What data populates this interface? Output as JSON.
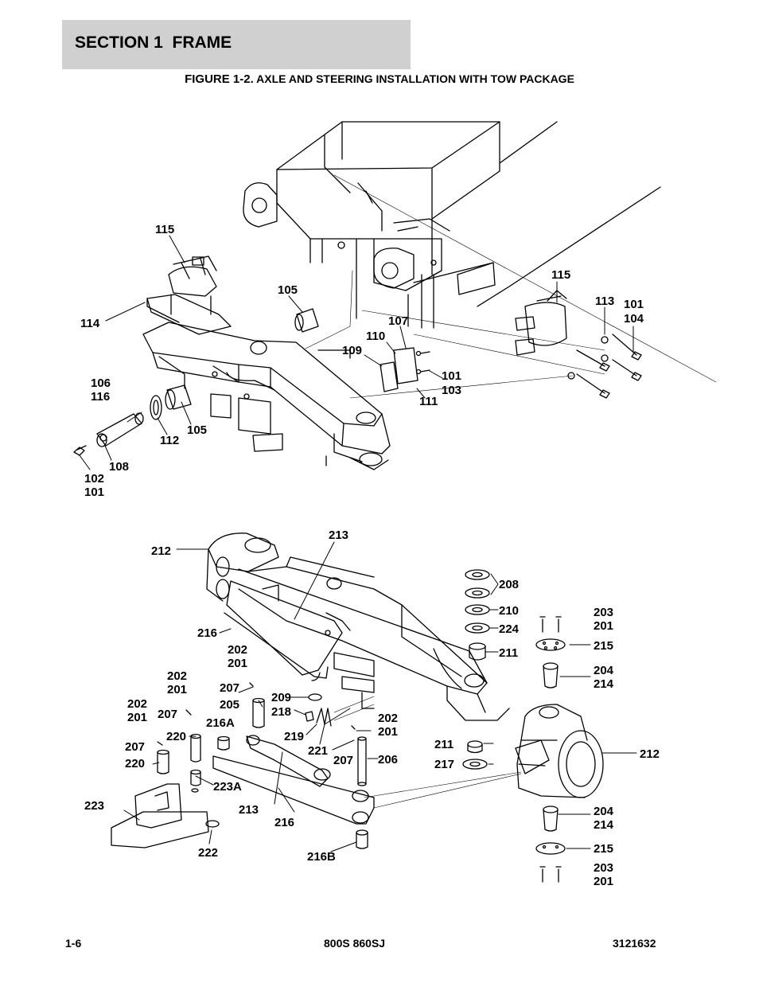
{
  "header": {
    "section_title": "SECTION 1  FRAME",
    "figure_prefix": "FIGURE 1-2.",
    "figure_title": "AXLE AND STEERING INSTALLATION WITH TOW PACKAGE"
  },
  "callouts": {
    "c115a": "115",
    "c114": "114",
    "c105a": "105",
    "c105b": "105",
    "c106": "106",
    "c116": "116",
    "c112": "112",
    "c108": "108",
    "c102a": "102",
    "c101a": "101",
    "c109": "109",
    "c110": "110",
    "c107": "107",
    "c101b": "101",
    "c103": "103",
    "c111": "111",
    "c115b": "115",
    "c113": "113",
    "c101c": "101",
    "c104": "104",
    "c212a": "212",
    "c213a": "213",
    "c216a": "216",
    "c202a": "202",
    "c201a": "201",
    "c202b": "202",
    "c201b": "201",
    "c207a": "207",
    "c205": "205",
    "c202c": "202",
    "c201c": "201",
    "c207b": "207",
    "c216A": "216A",
    "c220a": "220",
    "c207c": "207",
    "c220b": "220",
    "c223A": "223A",
    "c223": "223",
    "c222": "222",
    "c213b": "213",
    "c216b": "216",
    "c216B": "216B",
    "c209": "209",
    "c218": "218",
    "c219": "219",
    "c221": "221",
    "c202d": "202",
    "c201d": "201",
    "c207d": "207",
    "c206": "206",
    "c208": "208",
    "c210": "210",
    "c224": "224",
    "c211a": "211",
    "c203a": "203",
    "c201e": "201",
    "c215a": "215",
    "c204a": "204",
    "c214a": "214",
    "c211b": "211",
    "c217": "217",
    "c212b": "212",
    "c204b": "204",
    "c214b": "214",
    "c215b": "215",
    "c203b": "203",
    "c201f": "201"
  },
  "footer": {
    "page_number": "1-6",
    "model": "800S 860SJ",
    "part_number": "3121632"
  }
}
